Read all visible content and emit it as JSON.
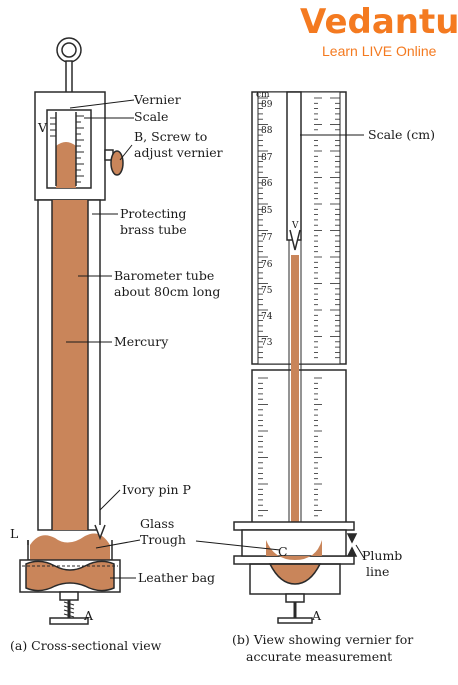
{
  "logo": {
    "name": "Vedantu",
    "tagline": "Learn LIVE Online",
    "color": "#f47a20"
  },
  "colors": {
    "mercury": "#c9855a",
    "outline": "#2a2a2a",
    "background": "#ffffff"
  },
  "left_diagram": {
    "labels": {
      "vernier": "Vernier",
      "scale": "Scale",
      "screw_line1": "B, Screw to",
      "screw_line2": "adjust vernier",
      "protecting_line1": "Protecting",
      "protecting_line2": "brass tube",
      "barometer_line1": "Barometer tube",
      "barometer_line2": "about 80cm long",
      "mercury": "Mercury",
      "ivory_pin": "Ivory pin P",
      "glass": "Glass",
      "trough": "Trough",
      "leather_bag": "Leather bag",
      "v_mark": "V",
      "l_mark": "L",
      "a_mark": "A"
    },
    "caption": "(a)  Cross-sectional view"
  },
  "right_diagram": {
    "unit": "cm",
    "scale_ticks": [
      "89",
      "88",
      "87",
      "86",
      "85",
      "77",
      "76",
      "75",
      "74",
      "73"
    ],
    "labels": {
      "scale_cm": "Scale (cm)",
      "plumb_line1": "Plumb",
      "plumb_line2": "line",
      "v_mark": "V",
      "c_mark": "C",
      "a_mark": "A"
    },
    "caption_line1": "(b) View showing vernier for",
    "caption_line2": "accurate measurement"
  }
}
